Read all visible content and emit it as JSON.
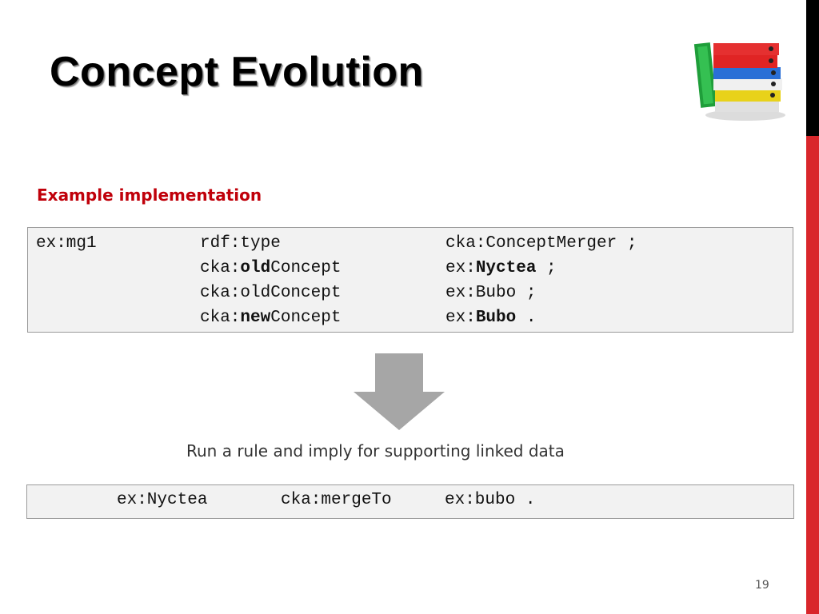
{
  "slide": {
    "title": "Concept Evolution",
    "subtitle": "Example implementation",
    "page_number": "19"
  },
  "code": {
    "rows": [
      {
        "subject": "ex:mg1",
        "predicate_parts": [
          "rdf:type"
        ],
        "object_parts": [
          "cka:ConceptMerger ;"
        ]
      },
      {
        "subject": "",
        "predicate_parts": [
          "cka:",
          "old",
          "Concept"
        ],
        "object_parts": [
          "ex:",
          "Nyctea",
          " ;"
        ]
      },
      {
        "subject": "",
        "predicate_parts": [
          "cka:oldConcept"
        ],
        "object_parts": [
          "ex:Bubo ;"
        ]
      },
      {
        "subject": "",
        "predicate_parts": [
          "cka:",
          "new",
          "Concept"
        ],
        "object_parts": [
          "ex:",
          "Bubo",
          " ."
        ]
      }
    ]
  },
  "caption": "Run a rule and imply for supporting linked data",
  "result": {
    "subject": "ex:Nyctea",
    "predicate": "cka:mergeTo",
    "object": "ex:bubo ."
  },
  "icons": {
    "binders": "binders-icon",
    "arrow": "down-arrow-icon"
  },
  "colors": {
    "accent_red": "#d9262b",
    "subtitle_red": "#c0000a",
    "arrow_gray": "#a6a6a6",
    "code_bg": "#f2f2f2"
  }
}
